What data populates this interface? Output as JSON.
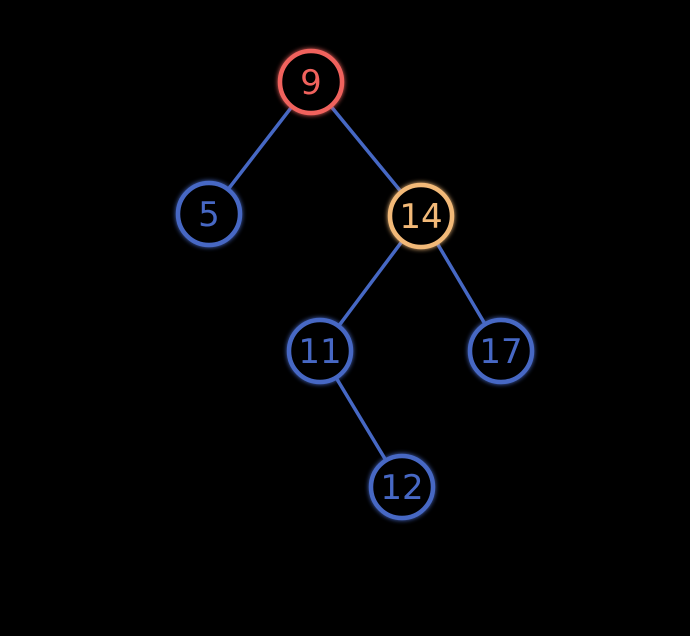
{
  "colors": {
    "background": "#000000",
    "default": "#4668c4",
    "root": "#f0625d",
    "current": "#f2b978"
  },
  "tree": {
    "nodes": [
      {
        "id": "n9",
        "label": "9",
        "state": "root"
      },
      {
        "id": "n5",
        "label": "5",
        "state": "default"
      },
      {
        "id": "n14",
        "label": "14",
        "state": "current"
      },
      {
        "id": "n11",
        "label": "11",
        "state": "default"
      },
      {
        "id": "n17",
        "label": "17",
        "state": "default"
      },
      {
        "id": "n12",
        "label": "12",
        "state": "default"
      }
    ],
    "edges": [
      {
        "from": "n9",
        "to": "n5"
      },
      {
        "from": "n9",
        "to": "n14"
      },
      {
        "from": "n14",
        "to": "n11"
      },
      {
        "from": "n14",
        "to": "n17"
      },
      {
        "from": "n11",
        "to": "n12"
      }
    ]
  }
}
